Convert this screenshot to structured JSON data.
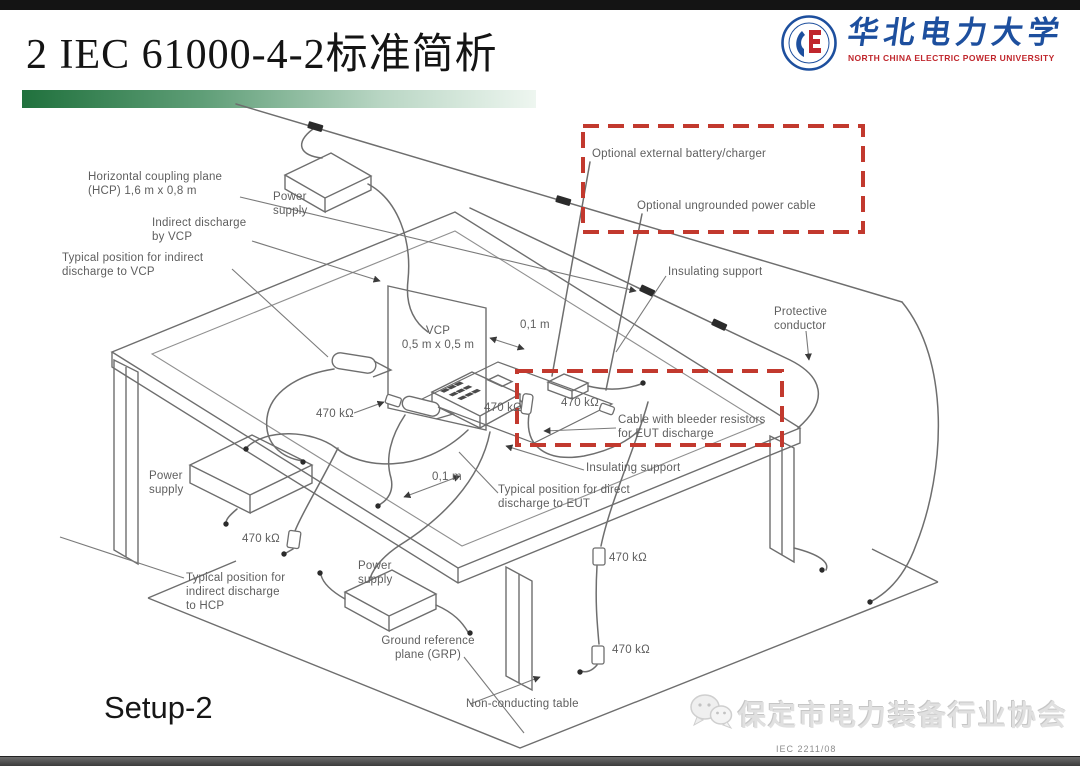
{
  "header": {
    "title": "2 IEC 61000-4-2标准简析",
    "logo": {
      "university_cn": "华北电力大学",
      "university_en": "NORTH CHINA ELECTRIC POWER UNIVERSITY"
    }
  },
  "diagram": {
    "labels": {
      "hcp": "Horizontal coupling plane\n(HCP) 1,6 m x 0,8 m",
      "power_supply_top": "Power\nsupply",
      "indirect_discharge_vcp": "Indirect discharge\nby VCP",
      "typical_position_vcp": "Typical position for indirect\ndischarge to VCP",
      "optional_battery": "Optional external battery/charger",
      "optional_power_cable": "Optional ungrounded power cable",
      "insulating_support_top": "Insulating support",
      "protective_conductor": "Protective\nconductor",
      "vcp": "VCP\n0,5 m x 0,5 m",
      "dim_top": "0,1 m",
      "resistor_1": "470 kΩ",
      "resistor_2": "470 kΩ",
      "resistor_3": "470 kΩ",
      "cable_bleeder": "Cable with bleeder resistors\nfor EUT discharge",
      "insulating_support_bottom": "Insulating support",
      "dim_bottom": "0,1 m",
      "typical_position_eut": "Typical position for direct\ndischarge to EUT",
      "power_supply_left": "Power\nsupply",
      "resistor_4": "470 kΩ",
      "typical_position_hcp": "Typical position for\nindirect discharge\nto HCP",
      "power_supply_bottom": "Power\nsupply",
      "resistor_5": "470 kΩ",
      "grp": "Ground reference\nplane (GRP)",
      "resistor_6": "470 kΩ",
      "non_conducting_table": "Non-conducting table",
      "figure_ref": "IEC   2211/08"
    }
  },
  "footer": {
    "setup_label": "Setup-2",
    "watermark": "保定市电力装备行业协会"
  },
  "colors": {
    "accent_green": "#27713e",
    "dashed_red": "#c2392e",
    "logo_blue": "#1d4f9e",
    "logo_red": "#c0272d"
  }
}
